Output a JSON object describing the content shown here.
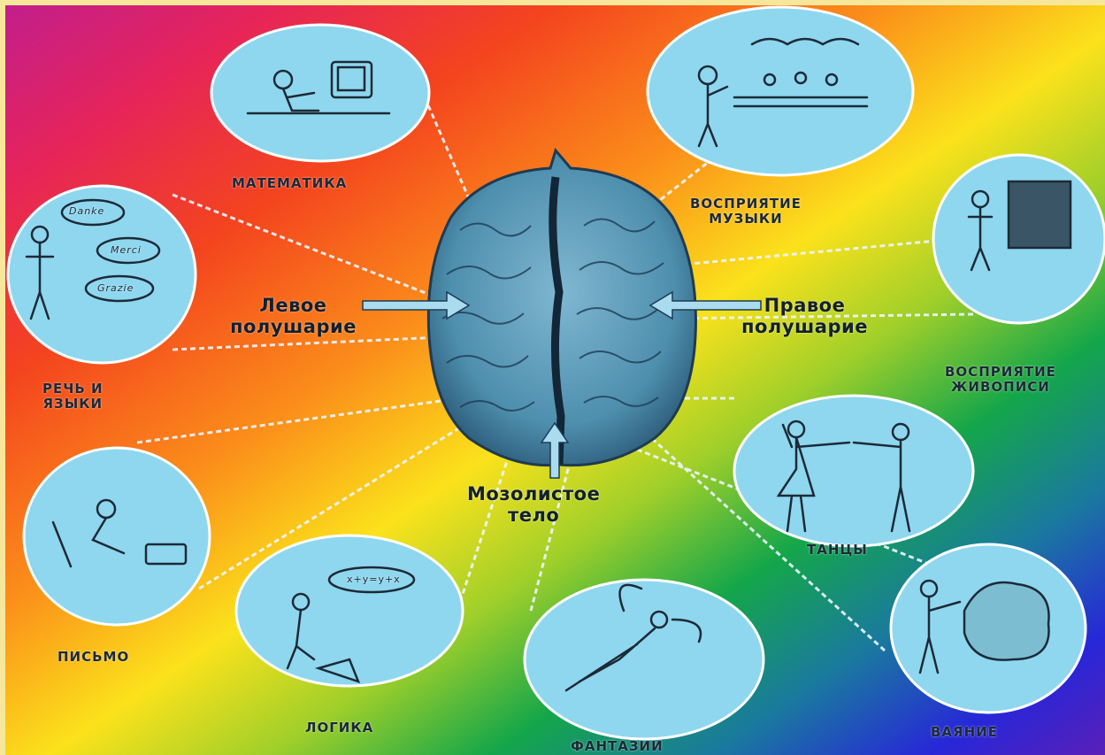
{
  "labels": {
    "math": "МАТЕМАТИКА",
    "music_1": "ВОСПРИЯТИЕ",
    "music_2": "МУЗЫКИ",
    "painting_1": "ВОСПРИЯТИЕ",
    "painting_2": "ЖИВОПИСИ",
    "speech_1": "РЕЧЬ И",
    "speech_2": "ЯЗЫКИ",
    "writing": "ПИСЬМО",
    "logic": "ЛОГИКА",
    "fantasy": "ФАНТАЗИИ",
    "dance": "ТАНЦЫ",
    "sculpture": "ВАЯНИЕ"
  },
  "brain": {
    "left_1": "Левое",
    "left_2": "полушарие",
    "right_1": "Правое",
    "right_2": "полушарие",
    "corpus_1": "Мозолистое",
    "corpus_2": "тело"
  },
  "bubbles": {
    "speech_words": [
      "Danke",
      "Merci",
      "Grazie"
    ],
    "formula": "x+y=y+x"
  },
  "colors": {
    "oval_fill": "#8fd7ee",
    "brain_fill": "#5b9bb8",
    "brain_dark": "#1e3b52",
    "ink": "#1c2a38"
  }
}
